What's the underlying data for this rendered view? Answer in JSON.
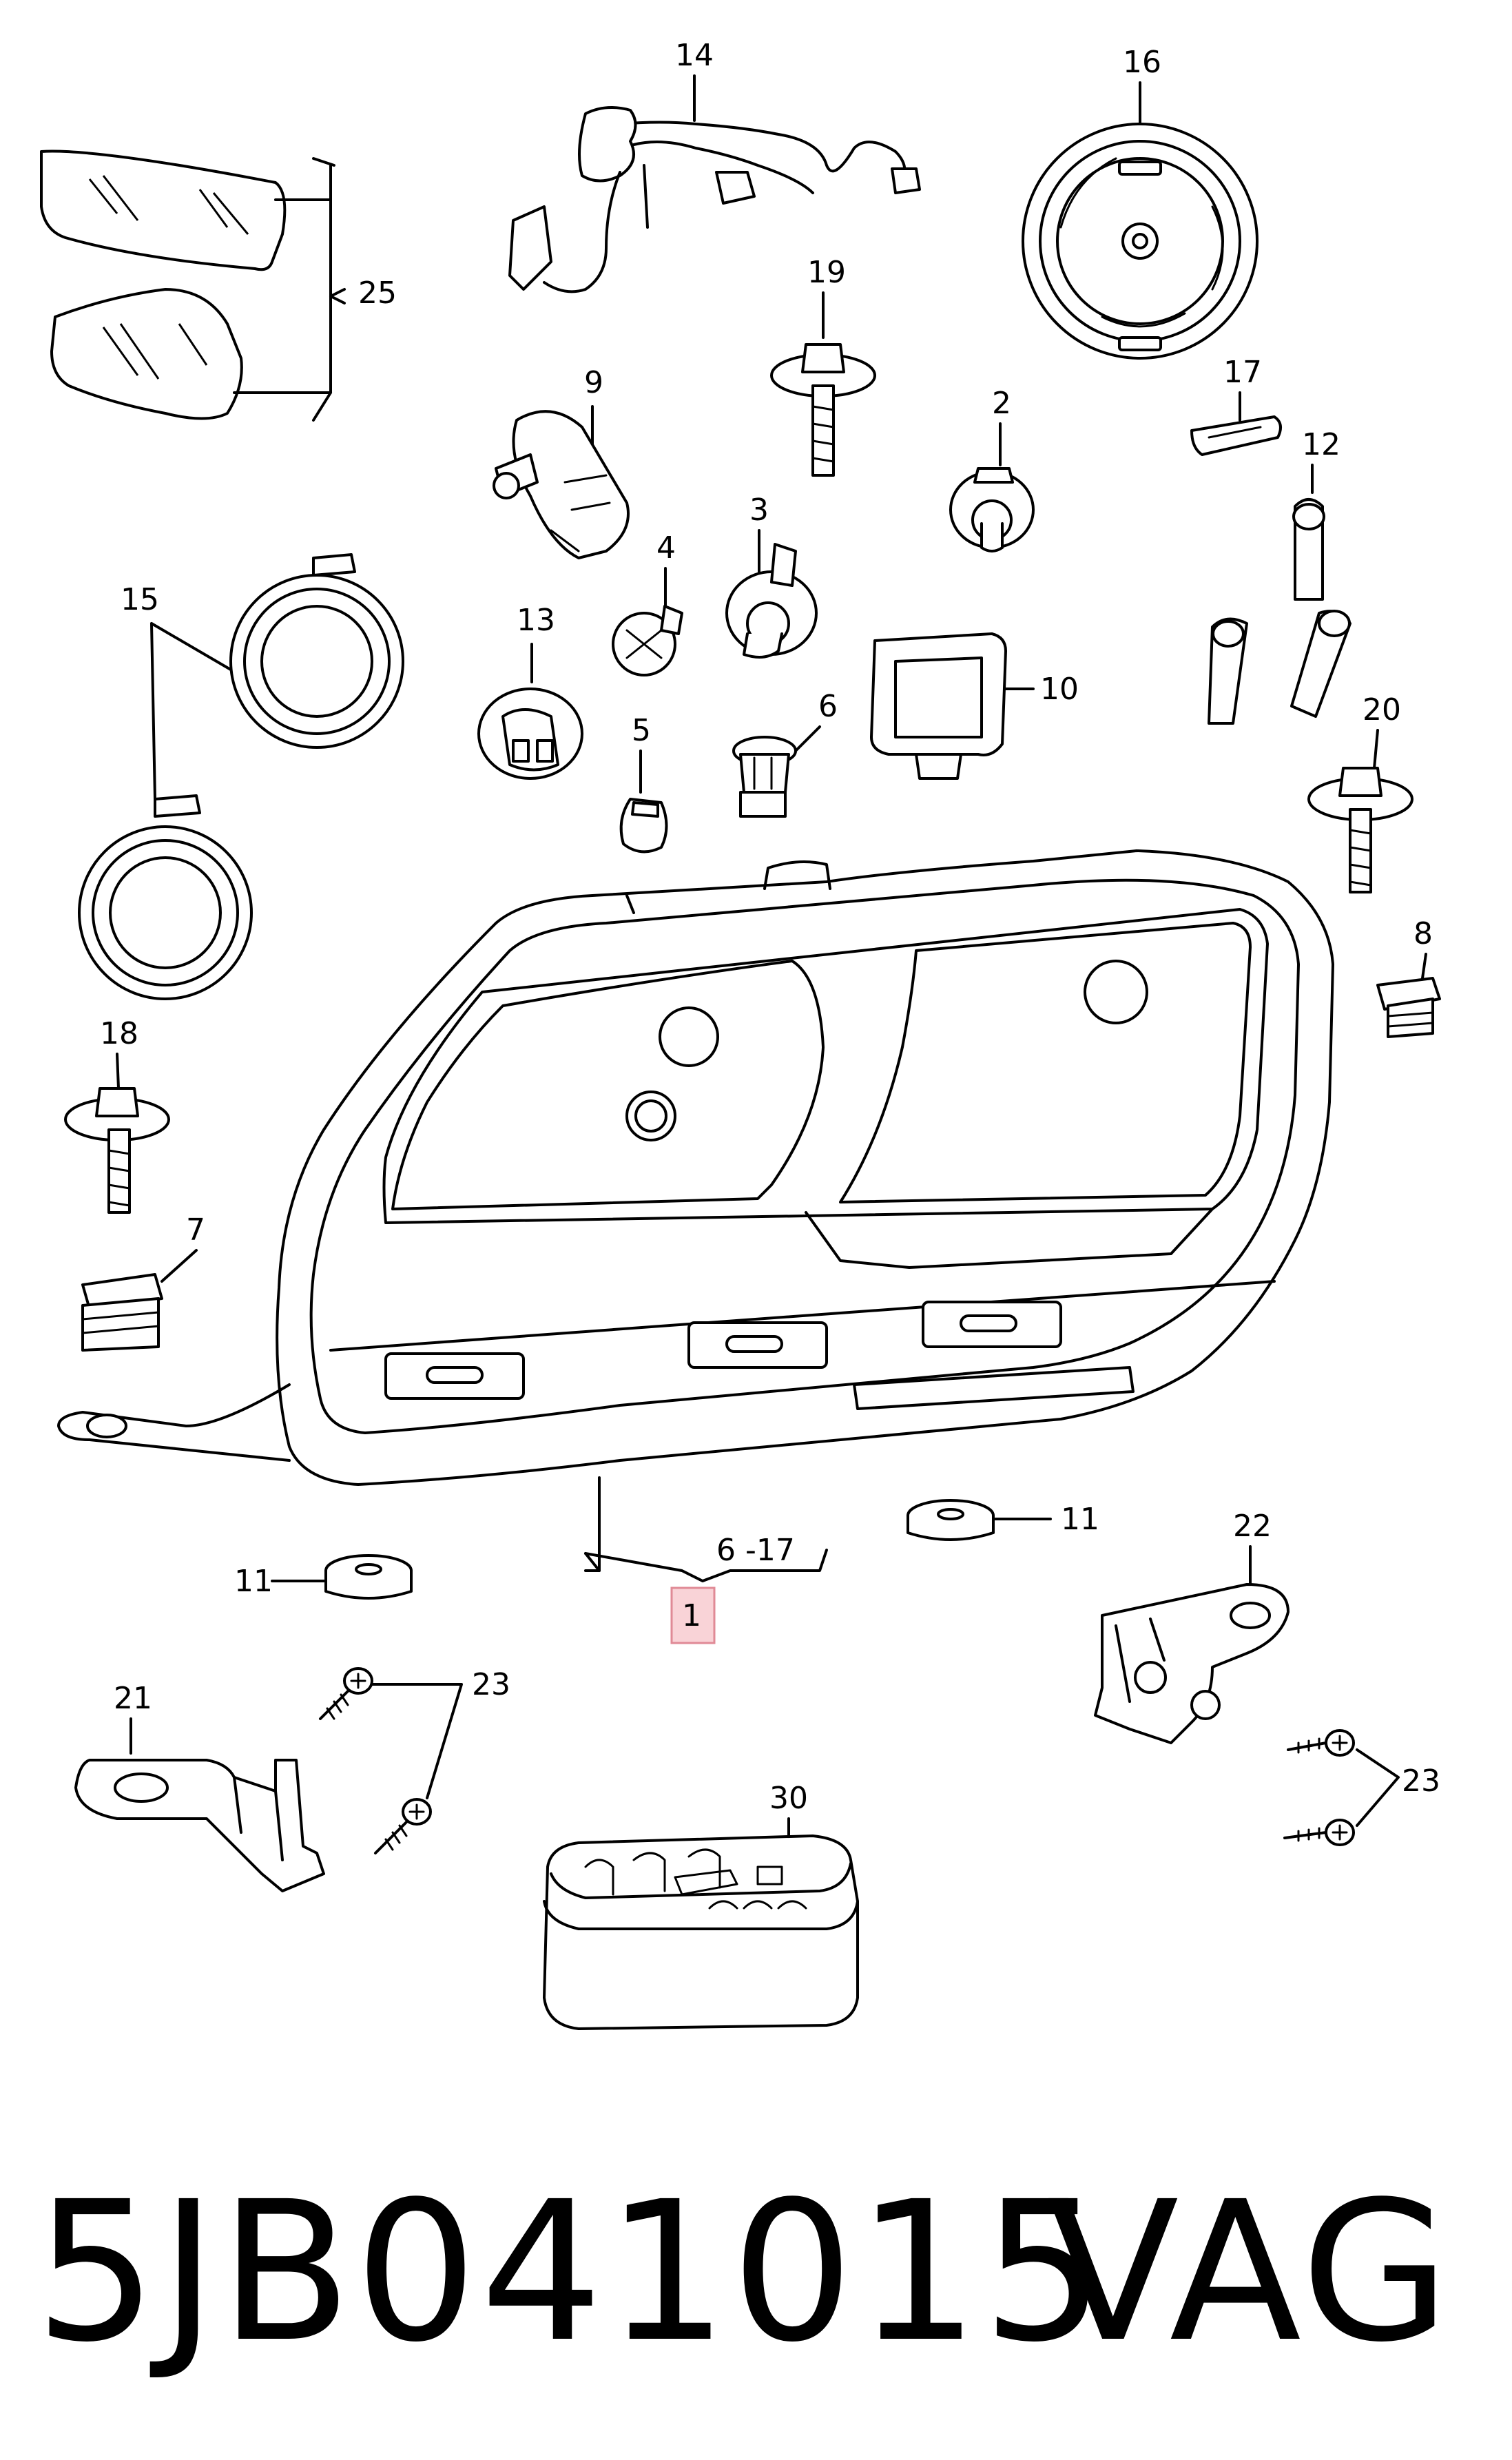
{
  "labels": {
    "l14": "14",
    "l16": "16",
    "l25": "25",
    "l19": "19",
    "l9": "9",
    "l2": "2",
    "l17": "17",
    "l12": "12",
    "l3": "3",
    "l4": "4",
    "l15": "15",
    "l13": "13",
    "l10": "10",
    "l6": "6",
    "l5": "5",
    "l20": "20",
    "l8": "8",
    "l18": "18",
    "l7": "7",
    "l11a": "11",
    "l11b": "11",
    "l22": "22",
    "l1": "1",
    "l617": "6 -17",
    "l21": "21",
    "l23a": "23",
    "l23b": "23",
    "l30": "30"
  },
  "highlight_color": "#f5c6cb",
  "footer": {
    "part_number": "5JB041015",
    "brand": "VAG"
  }
}
